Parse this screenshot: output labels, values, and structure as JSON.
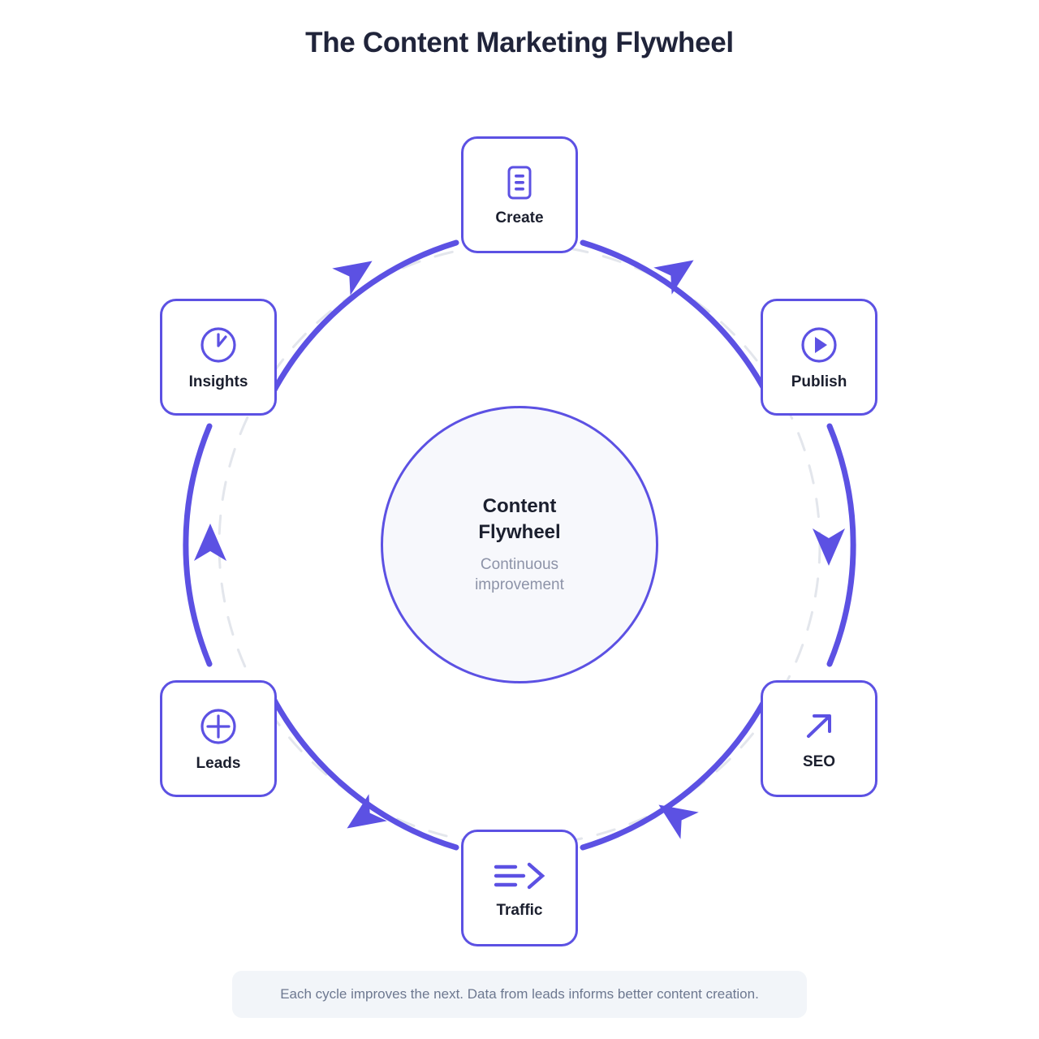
{
  "page": {
    "title": "The Content Marketing Flywheel",
    "background_color": "#ffffff"
  },
  "theme": {
    "accent": "#5c51e3",
    "title_color": "#20243a",
    "hub_fill": "#f7f8fc",
    "muted_text": "#8d93a8",
    "dashed_guide": "#e3e6ec",
    "caption_bg": "#f2f5f9",
    "caption_text_color": "#6d7890"
  },
  "hub": {
    "title": "Content Flywheel",
    "title_line_1": "Content",
    "title_line_2": "Flywheel",
    "subtitle": "Continuous improvement",
    "subtitle_line_1": "Continuous",
    "subtitle_line_2": "improvement"
  },
  "nodes": [
    {
      "id": "create",
      "label": "Create",
      "icon": "document-lines-icon",
      "position": "top",
      "angle_deg": 270
    },
    {
      "id": "publish",
      "label": "Publish",
      "icon": "play-circle-icon",
      "position": "top-right",
      "angle_deg": 330
    },
    {
      "id": "seo",
      "label": "SEO",
      "icon": "arrow-up-right-icon",
      "position": "bottom-right",
      "angle_deg": 30
    },
    {
      "id": "traffic",
      "label": "Traffic",
      "icon": "flow-chevron-icon",
      "position": "bottom",
      "angle_deg": 90
    },
    {
      "id": "leads",
      "label": "Leads",
      "icon": "plus-circle-icon",
      "position": "bottom-left",
      "angle_deg": 150
    },
    {
      "id": "insights",
      "label": "Insights",
      "icon": "clock-icon",
      "position": "top-left",
      "angle_deg": 210
    }
  ],
  "flow": {
    "direction": "clockwise",
    "arrow_count": 6,
    "guide_style": "dashed-circle"
  },
  "caption": {
    "text": "Each cycle improves the next. Data from leads informs better content creation."
  }
}
